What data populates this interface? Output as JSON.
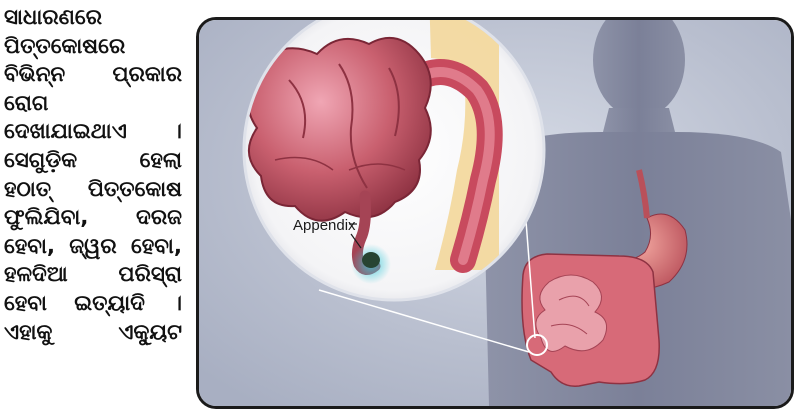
{
  "paragraph_lines": [
    "ସାଧାରଣରେ",
    "ପିତ୍ତକୋଷରେ",
    "ବିଭିନ୍ନ ପ୍ରକାର",
    "ରୋଗ",
    "ଦେଖାଯାଇଥାଏ ।",
    "ସେଗୁଡ଼ିକ ହେଲା",
    "ହଠାତ୍ ପିତ୍ତକୋଷ",
    "ଫୁଲିଯିବା, ଦରଜ",
    "ହେବା, ଜ୍ୱର ହେବା,",
    "ହଳଦିଆ ପରିସ୍ରା",
    "ହେବା ଇତ୍ୟାଦି ।",
    "ଏହାକୁ ଏକ୍ୟୁଟ"
  ],
  "figure": {
    "callout_label": "Appendix"
  }
}
